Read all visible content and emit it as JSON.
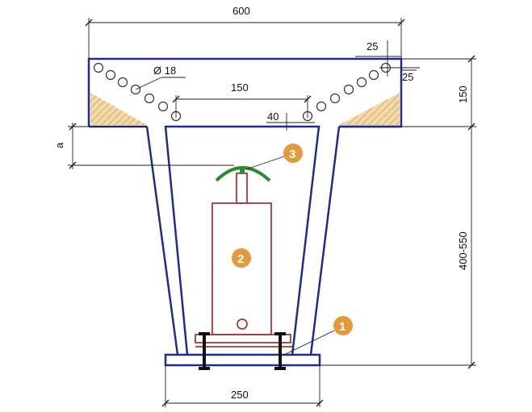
{
  "dimensions": {
    "top_width": "600",
    "top_offset": "25",
    "bottom_offset": "25",
    "diameter": "Ø 18",
    "inner_span": "150",
    "edge_offset": "40",
    "flange_height": "150",
    "depth_var": "a",
    "web_height": "400-550",
    "bottom_width": "250"
  },
  "callouts": {
    "one": "1",
    "two": "2",
    "three": "3"
  },
  "colors": {
    "concrete_outline": "#1f2d8a",
    "jack": "#a23a3a",
    "bearing_plate": "#2e8b2e",
    "callout_fill": "#e39a3c",
    "hatch_fill": "#f3d9a6",
    "hatch_line": "#c08a40",
    "dim_line": "#222222"
  }
}
